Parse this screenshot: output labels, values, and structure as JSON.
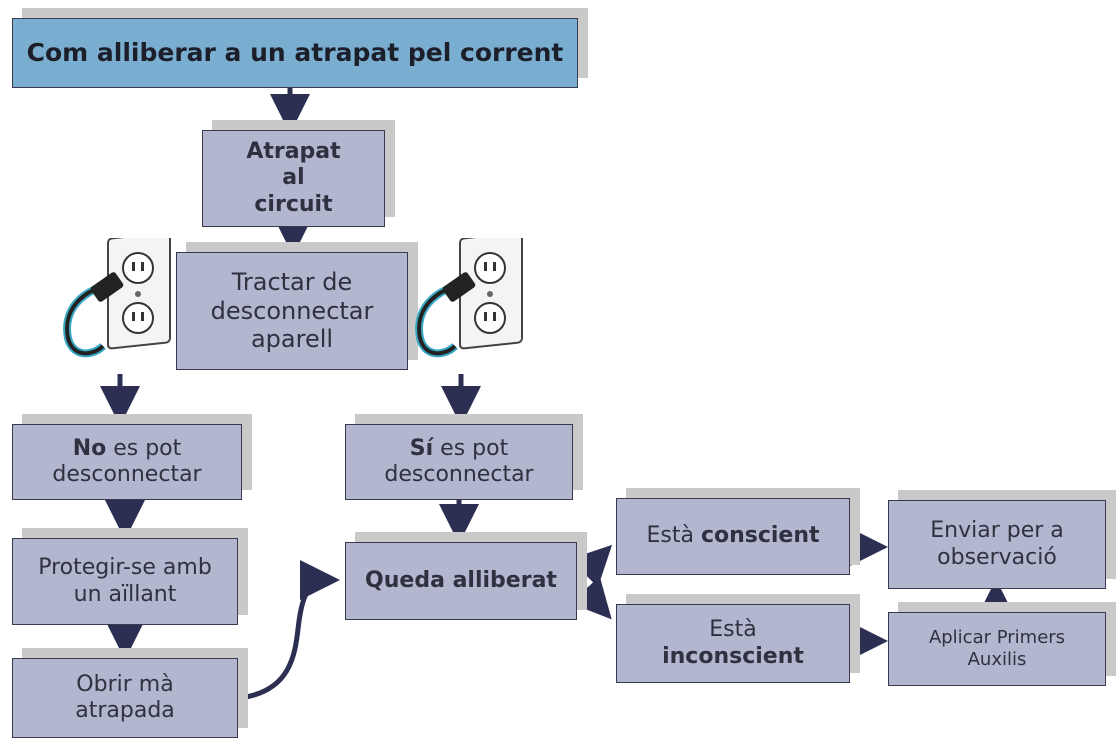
{
  "colors": {
    "title_fill": "#7aaed0",
    "box_fill": "#b2b6cf",
    "arrow": "#2d2f52"
  },
  "nodes": {
    "title": "Com alliberar a un atrapat pel corrent",
    "trapped": "Atrapat al circuit",
    "try_disconnect": "Tractar de desconnectar aparell",
    "no_disconnect": {
      "strong": "No",
      "rest": " es pot desconnectar"
    },
    "yes_disconnect": {
      "strong": "Sí",
      "rest": " es pot desconnectar"
    },
    "protect": "Protegir-se amb un aïllant",
    "open_hand": "Obrir mà atrapada",
    "released": "Queda alliberat",
    "conscious": {
      "lead": "Està ",
      "strong": "conscient"
    },
    "unconscious": {
      "lead": "Està",
      "strong": "inconscient"
    },
    "observation": "Enviar per a observació",
    "first_aid": "Aplicar Primers Auxilis"
  },
  "icons": [
    "plug-socket-icon-left",
    "plug-socket-icon-right"
  ]
}
